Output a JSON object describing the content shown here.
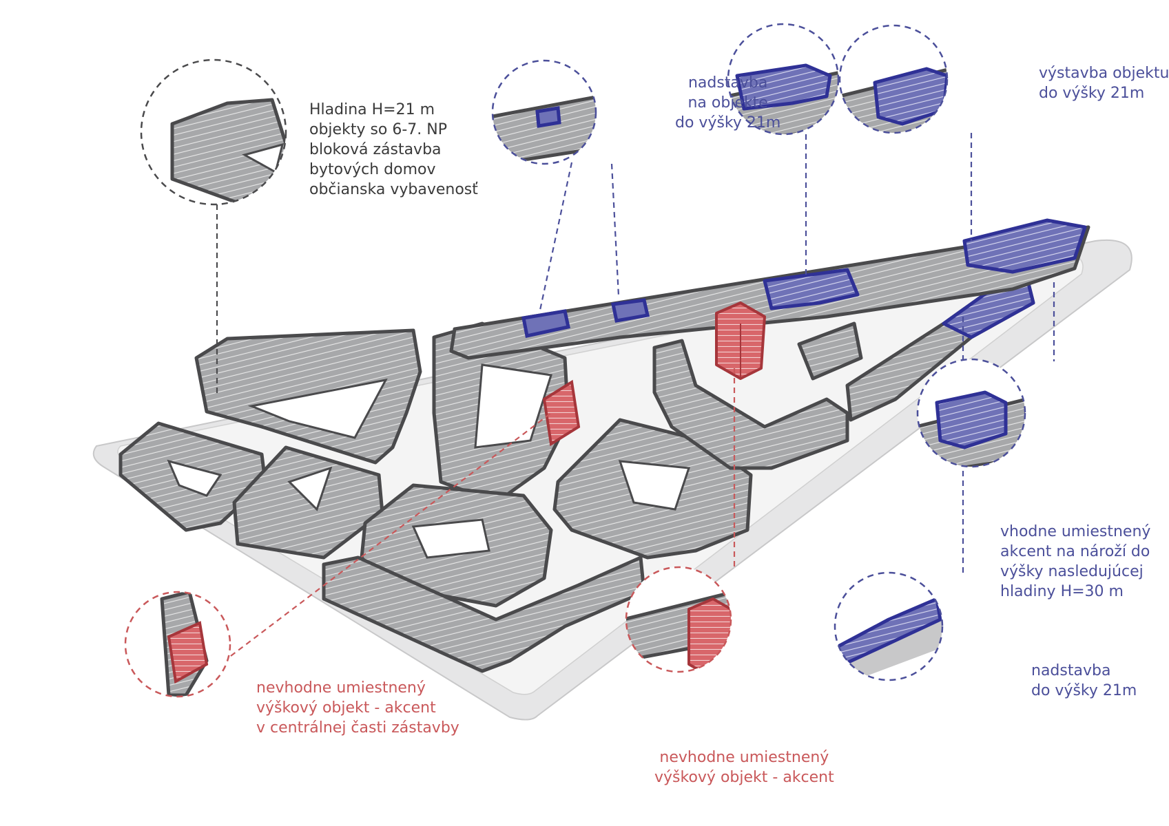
{
  "colors": {
    "building_fill": "#a7a8aa",
    "building_stroke": "#4a4a4c",
    "facade_line": "#e8e8e8",
    "ground": "#e6e6e7",
    "courtyard": "#ffffff",
    "blue_highlight": "#6f72b7",
    "blue_stroke": "#2f3196",
    "red_highlight": "#d8666a",
    "red_stroke": "#a6363b",
    "callout_dark": "#3a3a3a",
    "callout_blue": "#4b4f9a",
    "callout_red": "#c9585a"
  },
  "callouts": {
    "hladina": {
      "lines": [
        "Hladina H=21 m",
        "objekty so 6-7. NP",
        "bloková zástavba",
        "bytových domov",
        "občianska vybavenosť"
      ],
      "icon": "building-block-zoom"
    },
    "nadstavba_top": {
      "lines": [
        "nadstavba",
        "na objekte",
        "do výšky 21m"
      ],
      "icon": "rooftop-extension-zoom"
    },
    "vystavba": {
      "lines": [
        "výstavba objektu",
        "do výšky 21m"
      ],
      "icon": "new-building-zoom"
    },
    "vhodne": {
      "lines": [
        "vhodne umiestnený",
        "akcent na nároží do",
        "výšky nasledujúcej",
        "hladiny H=30 m"
      ],
      "icon": "corner-accent-zoom"
    },
    "nadstavba_bottom": {
      "lines": [
        "nadstavba",
        "do výšky 21m"
      ],
      "icon": "extension-zoom"
    },
    "nevhodne_center": {
      "lines": [
        "nevhodne umiestnený",
        "výškový objekt - akcent",
        "v centrálnej časti zástavby"
      ],
      "icon": "high-rise-central-zoom"
    },
    "nevhodne_bottom": {
      "lines": [
        "nevhodne umiestnený",
        "výškový objekt - akcent"
      ],
      "icon": "high-rise-zoom"
    }
  }
}
